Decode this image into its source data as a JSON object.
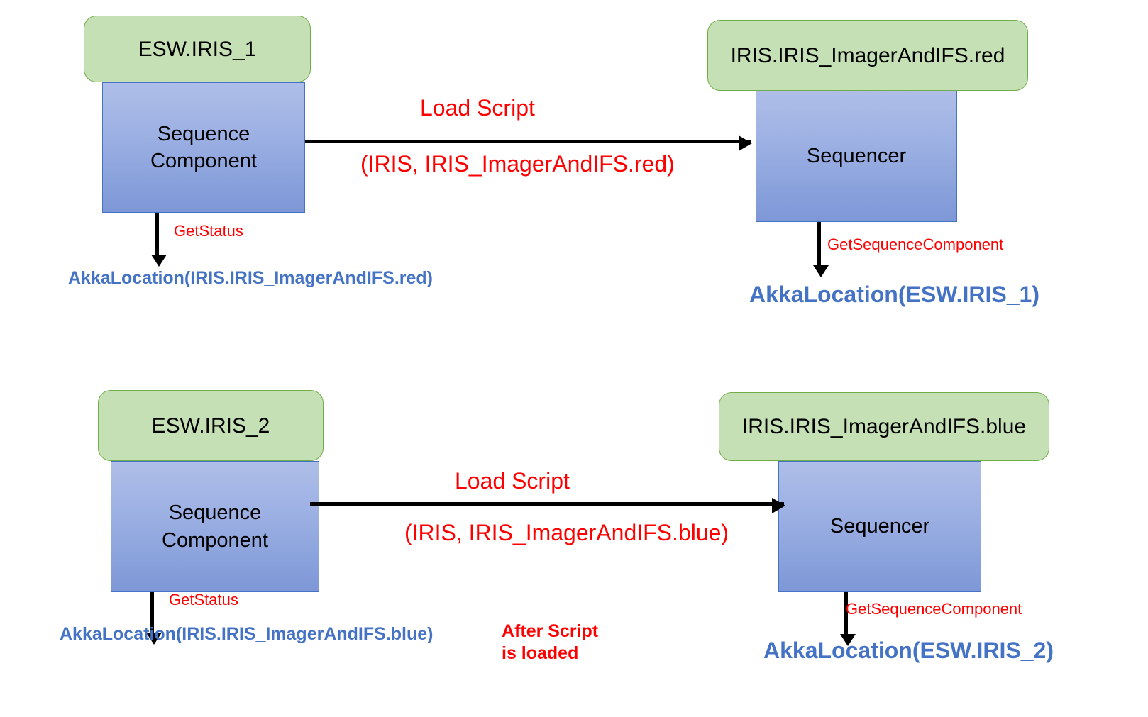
{
  "diagram": {
    "title": "ESW Sequence Component / Sequencer Load Script flow",
    "colors": {
      "green_fill": "#C5E0B4",
      "green_border": "#70AD47",
      "blue_fill_top": "#AEBEE8",
      "blue_fill_bottom": "#7E97D7",
      "blue_border": "#4472C4",
      "arrow": "#000000",
      "red_text": "#FF0000",
      "blue_text": "#4472C4"
    },
    "flows": [
      {
        "id": "flow-red",
        "left_component_name": "ESW.IRIS_1",
        "left_component_role": "Sequence\nComponent",
        "right_component_name": "IRIS.IRIS_ImagerAndIFS.red",
        "right_component_role": "Sequencer",
        "arrow_label_top": "Load Script",
        "arrow_label_bottom": "(IRIS, IRIS_ImagerAndIFS.red)",
        "left_down_label": "GetStatus",
        "left_result": "AkkaLocation(IRIS.IRIS_ImagerAndIFS.red)",
        "right_down_label": "GetSequenceComponent",
        "right_result": "AkkaLocation(ESW.IRIS_1)"
      },
      {
        "id": "flow-blue",
        "left_component_name": "ESW.IRIS_2",
        "left_component_role": "Sequence\nComponent",
        "right_component_name": "IRIS.IRIS_ImagerAndIFS.blue",
        "right_component_role": "Sequencer",
        "arrow_label_top": "Load Script",
        "arrow_label_bottom": "(IRIS, IRIS_ImagerAndIFS.blue)",
        "left_down_label": "GetStatus",
        "left_result": "AkkaLocation(IRIS.IRIS_ImagerAndIFS.blue)",
        "right_down_label": "GetSequenceComponent",
        "right_result": "AkkaLocation(ESW.IRIS_2)"
      }
    ],
    "note": "After Script\nis loaded"
  }
}
